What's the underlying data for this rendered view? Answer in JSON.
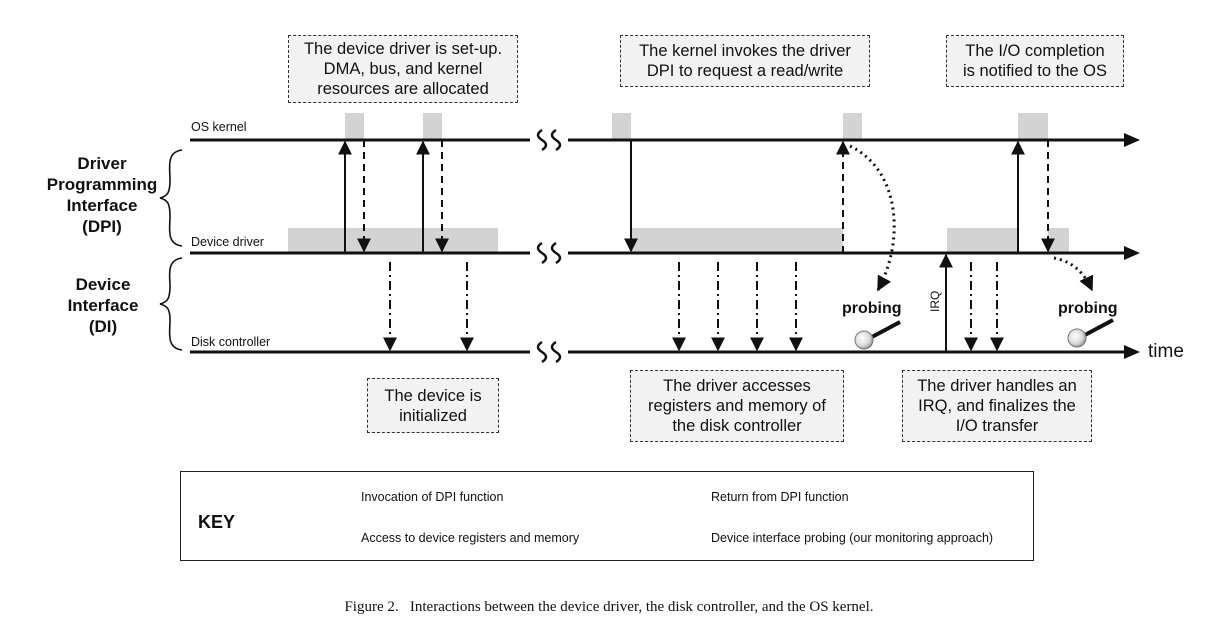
{
  "lanes": {
    "os_kernel": "OS kernel",
    "device_driver": "Device driver",
    "disk_controller": "Disk controller"
  },
  "side_labels": {
    "dpi": "Driver\nProgramming\nInterface\n(DPI)",
    "di": "Device\nInterface\n(DI)"
  },
  "callouts": {
    "setup": "The device driver is set-up.\nDMA, bus, and kernel\nresources are allocated",
    "invoke": "The kernel invokes the driver\nDPI to request a read/write",
    "completion": "The I/O completion\nis notified to the OS",
    "initialized": "The device is\ninitialized",
    "access": "The driver accesses\nregisters and memory of\nthe disk controller",
    "irq_handle": "The driver handles an\nIRQ, and finalizes the\nI/O transfer"
  },
  "labels": {
    "probing": "probing",
    "time": "time",
    "irq": "IRQ"
  },
  "key": {
    "title": "KEY",
    "invocation": "Invocation of DPI function",
    "return": "Return from DPI function",
    "access": "Access to device registers and memory",
    "probing": "Device interface probing (our monitoring approach)"
  },
  "caption": "Figure 2.   Interactions between the device driver, the disk controller, and the OS kernel."
}
